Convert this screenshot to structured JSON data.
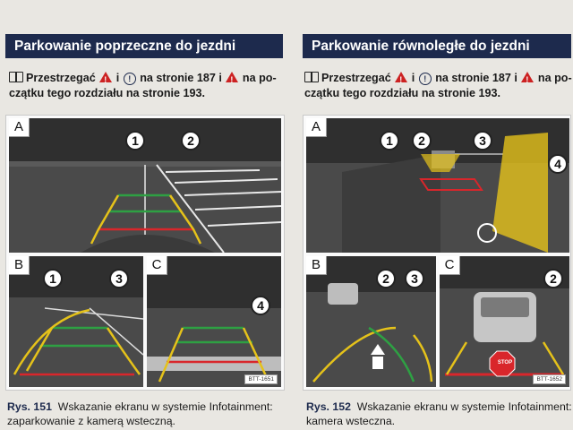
{
  "left": {
    "title": "Parkowanie poprzeczne do jezdni",
    "note_prefix": "Przestrzegać",
    "note_mid1": "i",
    "note_mid2": "na stronie 187 i",
    "note_mid3": "na po-",
    "note_line2": "czątku tego rozdziału na stronie 193.",
    "panels": [
      {
        "letter": "A",
        "callouts": [
          "1",
          "2"
        ]
      },
      {
        "letter": "B",
        "callouts": [
          "1",
          "3"
        ]
      },
      {
        "letter": "C",
        "callouts": [
          "4"
        ]
      }
    ],
    "badge": "BTT-1651",
    "caption_label": "Rys. 151",
    "caption_line1": "Wskazanie ekranu w systemie Infotainment:",
    "caption_line2": "zaparkowanie z kamerą wsteczną."
  },
  "right": {
    "title": "Parkowanie równoległe do jezdni",
    "note_prefix": "Przestrzegać",
    "note_mid1": "i",
    "note_mid2": "na stronie 187 i",
    "note_mid3": "na po-",
    "note_line2": "czątku tego rozdziału na stronie 193.",
    "panels": [
      {
        "letter": "A",
        "callouts": [
          "1",
          "2",
          "3",
          "4"
        ]
      },
      {
        "letter": "B",
        "callouts": [
          "2",
          "3"
        ]
      },
      {
        "letter": "C",
        "callouts": [
          "2"
        ]
      }
    ],
    "stop_sign": "STOP",
    "badge": "BTT-1652",
    "caption_label": "Rys. 152",
    "caption_line1": "Wskazanie ekranu w systemie Infotainment:",
    "caption_line2": "kamera wsteczna."
  },
  "colors": {
    "header_bg": "#1d2a4d",
    "warning": "#cc2222",
    "guide_green": "#2ea043",
    "guide_yellow": "#e5c21a",
    "guide_red": "#d9262b"
  }
}
